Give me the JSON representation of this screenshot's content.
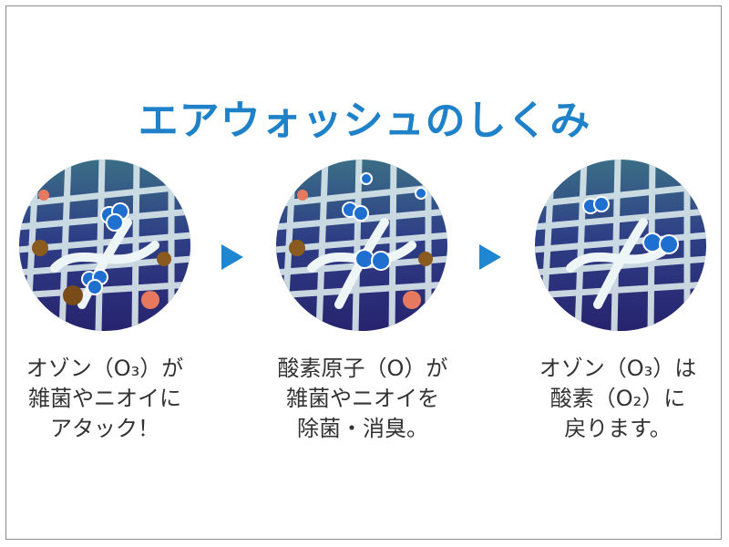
{
  "title": "エアウォッシュのしくみ",
  "steps": [
    {
      "lines": [
        "オゾン（O₃）が",
        "雑菌やニオイに",
        "アタック！"
      ]
    },
    {
      "lines": [
        "酸素原子（O）が",
        "雑菌やニオイを",
        "除菌・消臭。"
      ]
    },
    {
      "lines": [
        "オゾン（O₃）は",
        "酸素（O₂）に",
        "戻ります。"
      ]
    }
  ],
  "colors": {
    "title": "#1f82c9",
    "arrow": "#1f86d1",
    "text": "#333333",
    "fabric_bg": "#2e2d7a",
    "fiber": "#d9e8ea",
    "molecule": "#1f6fd1"
  },
  "icons": [
    "fabric-fiber-illustration",
    "ozone-molecule-icon",
    "bacteria-icon",
    "arrow-right-icon"
  ]
}
